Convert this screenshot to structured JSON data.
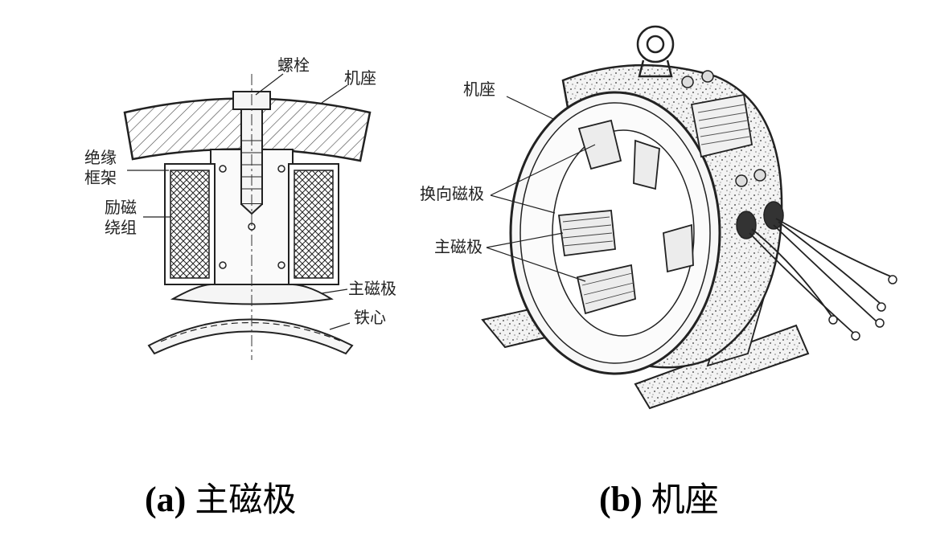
{
  "panel_a": {
    "labels": {
      "bolt": "螺栓",
      "frame": "机座",
      "insulation_line1": "绝缘",
      "insulation_line2": "框架",
      "winding_line1": "励磁",
      "winding_line2": "绕组",
      "main_pole": "主磁极",
      "core": "铁心"
    },
    "caption_prefix": "(a)",
    "caption_text": "主磁极"
  },
  "panel_b": {
    "labels": {
      "frame": "机座",
      "commutating_pole": "换向磁极",
      "main_pole": "主磁极"
    },
    "caption_prefix": "(b)",
    "caption_text": "机座"
  }
}
